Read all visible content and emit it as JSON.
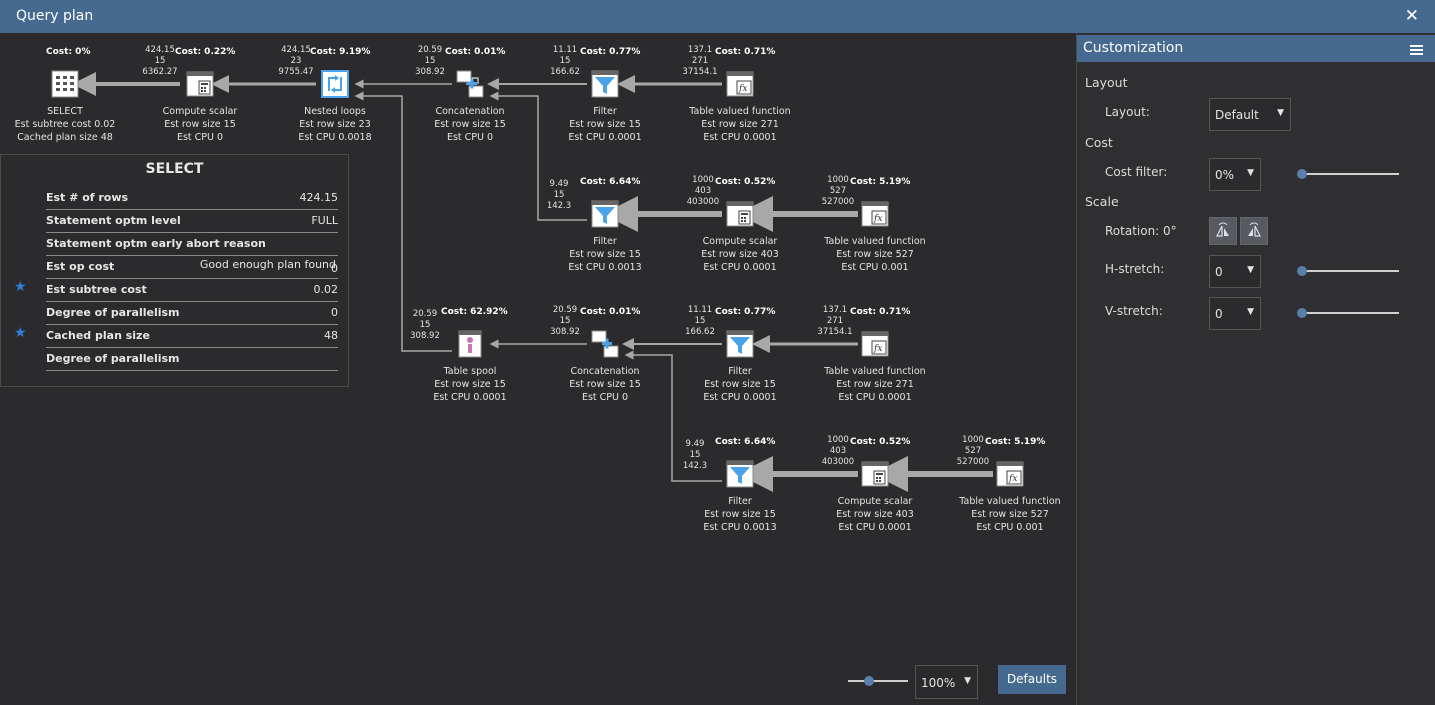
{
  "window": {
    "title": "Query plan",
    "close_glyph": "✕"
  },
  "nodes": [
    {
      "id": "select",
      "cost": "Cost: 0%",
      "stats": [],
      "name": "SELECT",
      "d1": "Est subtree cost  0.02",
      "d2": "Cached plan size  48",
      "icon": "select-icon"
    },
    {
      "id": "cs1",
      "cost": "Cost: 0.22%",
      "stats": [
        "424.15",
        "15",
        "6362.27"
      ],
      "name": "Compute scalar",
      "d1": "Est row size  15",
      "d2": "Est CPU  0",
      "icon": "compute-scalar-icon"
    },
    {
      "id": "nl",
      "cost": "Cost: 9.19%",
      "stats": [
        "424.15",
        "23",
        "9755.47"
      ],
      "name": "Nested loops",
      "d1": "Est row size  23",
      "d2": "Est CPU  0.0018",
      "icon": "nested-loops-icon"
    },
    {
      "id": "cc1",
      "cost": "Cost: 0.01%",
      "stats": [
        "20.59",
        "15",
        "308.92"
      ],
      "name": "Concatenation",
      "d1": "Est row size  15",
      "d2": "Est CPU  0",
      "icon": "concatenation-icon"
    },
    {
      "id": "f1",
      "cost": "Cost: 0.77%",
      "stats": [
        "11.11",
        "15",
        "166.62"
      ],
      "name": "Filter",
      "d1": "Est row size  15",
      "d2": "Est CPU  0.0001",
      "icon": "filter-icon"
    },
    {
      "id": "tvf1",
      "cost": "Cost: 0.71%",
      "stats": [
        "137.1",
        "271",
        "37154.1"
      ],
      "name": "Table valued function",
      "d1": "Est row size  271",
      "d2": "Est CPU  0.0001",
      "icon": "function-icon"
    },
    {
      "id": "f2",
      "cost": "Cost: 6.64%",
      "stats": [
        "9.49",
        "15",
        "142.3"
      ],
      "name": "Filter",
      "d1": "Est row size  15",
      "d2": "Est CPU  0.0013",
      "icon": "filter-icon"
    },
    {
      "id": "cs2",
      "cost": "Cost: 0.52%",
      "stats": [
        "1000",
        "403",
        "403000"
      ],
      "name": "Compute scalar",
      "d1": "Est row size  403",
      "d2": "Est CPU  0.0001",
      "icon": "compute-scalar-icon"
    },
    {
      "id": "tvf2",
      "cost": "Cost: 5.19%",
      "stats": [
        "1000",
        "527",
        "527000"
      ],
      "name": "Table valued function",
      "d1": "Est row size  527",
      "d2": "Est CPU  0.001",
      "icon": "function-icon"
    },
    {
      "id": "ts",
      "cost": "Cost: 62.92%",
      "stats": [
        "20.59",
        "15",
        "308.92"
      ],
      "name": "Table spool",
      "d1": "Est row size  15",
      "d2": "Est CPU  0.0001",
      "icon": "table-spool-icon"
    },
    {
      "id": "cc2",
      "cost": "Cost: 0.01%",
      "stats": [
        "20.59",
        "15",
        "308.92"
      ],
      "name": "Concatenation",
      "d1": "Est row size  15",
      "d2": "Est CPU  0",
      "icon": "concatenation-icon"
    },
    {
      "id": "f3",
      "cost": "Cost: 0.77%",
      "stats": [
        "11.11",
        "15",
        "166.62"
      ],
      "name": "Filter",
      "d1": "Est row size  15",
      "d2": "Est CPU  0.0001",
      "icon": "filter-icon"
    },
    {
      "id": "tvf3",
      "cost": "Cost: 0.71%",
      "stats": [
        "137.1",
        "271",
        "37154.1"
      ],
      "name": "Table valued function",
      "d1": "Est row size  271",
      "d2": "Est CPU  0.0001",
      "icon": "function-icon"
    },
    {
      "id": "f4",
      "cost": "Cost: 6.64%",
      "stats": [
        "9.49",
        "15",
        "142.3"
      ],
      "name": "Filter",
      "d1": "Est row size  15",
      "d2": "Est CPU  0.0013",
      "icon": "filter-icon"
    },
    {
      "id": "cs3",
      "cost": "Cost: 0.52%",
      "stats": [
        "1000",
        "403",
        "403000"
      ],
      "name": "Compute scalar",
      "d1": "Est row size  403",
      "d2": "Est CPU  0.0001",
      "icon": "compute-scalar-icon"
    },
    {
      "id": "tvf4",
      "cost": "Cost: 5.19%",
      "stats": [
        "1000",
        "527",
        "527000"
      ],
      "name": "Table valued function",
      "d1": "Est row size  527",
      "d2": "Est CPU  0.001",
      "icon": "function-icon"
    }
  ],
  "properties": {
    "title": "SELECT",
    "rows": [
      {
        "key": "Est # of rows",
        "value": "424.15",
        "star": false
      },
      {
        "key": "Statement optm level",
        "value": "FULL",
        "star": false
      },
      {
        "key": "Statement optm early abort reason",
        "value": "",
        "star": false
      },
      {
        "key": "Est op cost",
        "value": "Good enough plan found",
        "value2": "0",
        "star": false
      },
      {
        "key": "Est subtree cost",
        "value": "0.02",
        "star": true
      },
      {
        "key": "Degree of parallelism",
        "value": "0",
        "star": false
      },
      {
        "key": "Cached plan size",
        "value": "48",
        "star": true
      },
      {
        "key": "Degree of parallelism",
        "value": "",
        "star": false
      }
    ],
    "star_glyph": "★"
  },
  "customization": {
    "title": "Customization",
    "layout_section": "Layout",
    "layout_label": "Layout:",
    "layout_value": "Default",
    "cost_section": "Cost",
    "cost_filter_label": "Cost filter:",
    "cost_filter_value": "0%",
    "scale_section": "Scale",
    "rotation_label": "Rotation: 0°",
    "hstretch_label": "H-stretch:",
    "hstretch_value": "0",
    "vstretch_label": "V-stretch:",
    "vstretch_value": "0",
    "dropdown_arrow": "▼"
  },
  "footer": {
    "zoom_value": "100%",
    "defaults_label": "Defaults"
  },
  "colors": {
    "accent": "#46698f",
    "filter_blue": "#4aa3e8",
    "loops_blue": "#4aa3e8",
    "spool_pink": "#c777b5",
    "edge": "#a8a8a8"
  }
}
